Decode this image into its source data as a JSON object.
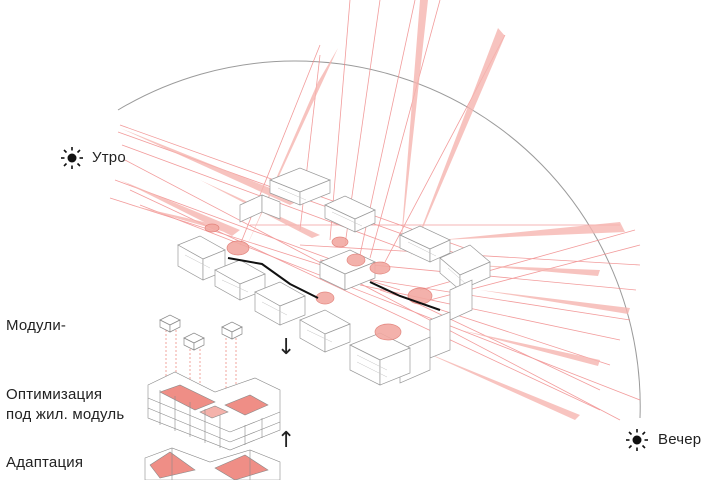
{
  "labels": {
    "morning": "Утро",
    "evening": "Вечер",
    "modules": "Модули-",
    "optimization_line1": "Оптимизация",
    "optimization_line2": "под жил. модуль",
    "adaptation": "Адаптация"
  },
  "icons": {
    "sun_morning": "sun-icon",
    "sun_evening": "sun-icon",
    "arrow_down": "arrow-down-icon",
    "arrow_up": "arrow-up-icon"
  },
  "colors": {
    "ray": "#f08a8a",
    "ray_fill": "#f6b5b0",
    "building_fill": "#ffffff",
    "building_stroke": "#9a9a9a",
    "arc": "#9b9b9b",
    "highlight": "#ef8e86"
  },
  "arrows": {
    "down": "↓",
    "up": "↑"
  }
}
